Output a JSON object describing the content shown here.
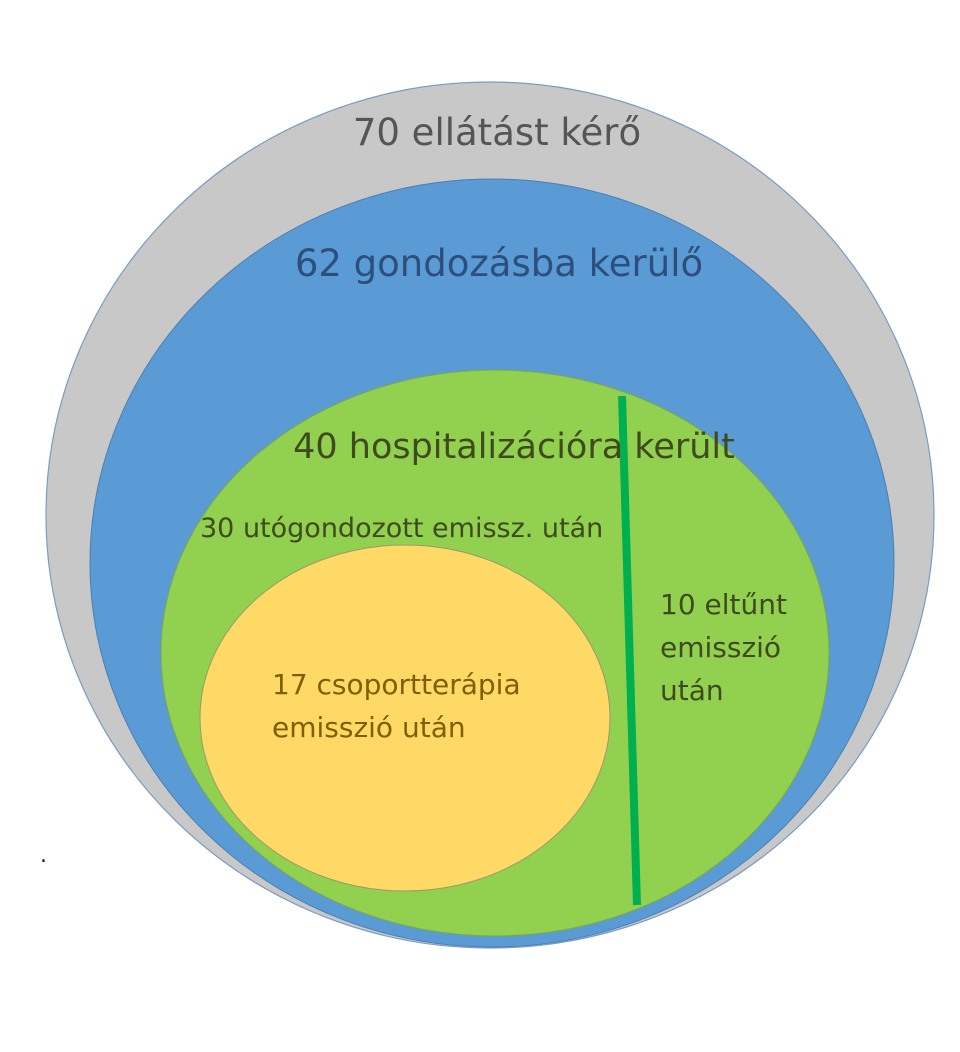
{
  "diagram": {
    "outer": {
      "label": "70 ellátást kérő",
      "fill": "#c8c8c8",
      "text_color": "#555555"
    },
    "middle": {
      "label": "62 gondozásba kerülő",
      "fill": "#5b9bd5",
      "text_color": "#2c4f7c"
    },
    "inner": {
      "label": "40 hospitalizációra került",
      "sublabel": "30 utógondozott emissz. után",
      "fill": "#92d050",
      "text_color": "#3f4b1f"
    },
    "core": {
      "label_lines": [
        "17 csoportterápia",
        "emisszió után"
      ],
      "fill": "#ffd966",
      "text_color": "#7f5f00"
    },
    "side": {
      "label_lines": [
        "10 eltűnt",
        "emisszió",
        "után"
      ],
      "divider_color": "#00b050"
    },
    "dot": "."
  }
}
